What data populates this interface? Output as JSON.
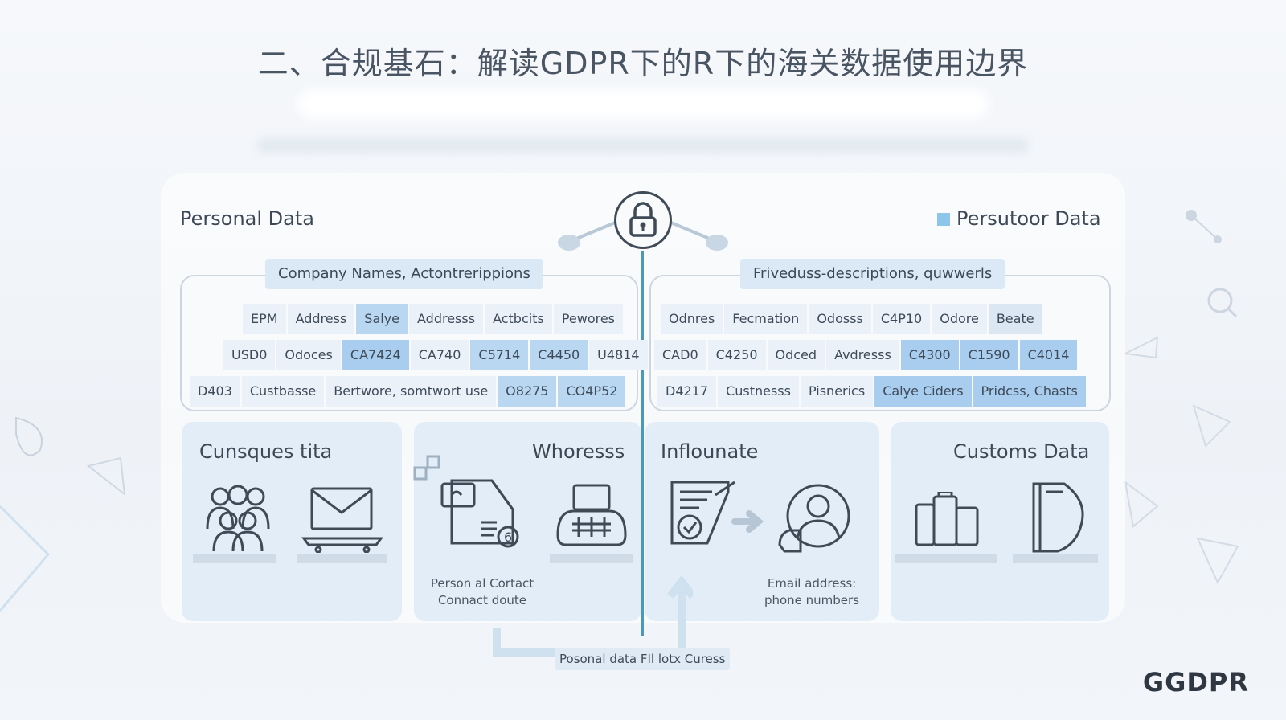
{
  "title": "二、合规基石：解读GDPR下的R下的海关数据使用边界",
  "left_section": {
    "label": "Personal Data",
    "category_pill": "Company Names, Actontrerippions",
    "rows": [
      [
        "EPM",
        "Address",
        "Salye",
        "Addresss",
        "Actbcits",
        "Pewores"
      ],
      [
        "USD0",
        "Odoces",
        "CA7424",
        "CA740",
        "C5714",
        "C4450",
        "U4814"
      ],
      [
        "D403",
        "Custbasse",
        "Bertwore, somtwort use",
        "O8275",
        "CO4P52"
      ]
    ]
  },
  "right_section": {
    "label": "Persutoor Data",
    "category_pill": "Friveduss-descriptions, quwwerls",
    "rows": [
      [
        "Odnres",
        "Fecmation",
        "Odosss",
        "C4P10",
        "Odore",
        "Beate"
      ],
      [
        "CAD0",
        "C4250",
        "Odced",
        "Avdresss",
        "C4300",
        "C1590",
        "C4014"
      ],
      [
        "D4217",
        "Custnesss",
        "Pisnerics",
        "Calye Ciders",
        "Pridcss, Chasts"
      ]
    ]
  },
  "cards": [
    {
      "title": "Cunsques tita",
      "icons": [
        "people-group-icon",
        "envelope-laptop-icon"
      ]
    },
    {
      "title": "Whoresss",
      "icons": [
        "contact-document-icon",
        "keyboard-icon"
      ],
      "caption_lines": [
        "Person al Cortact",
        "Connact doute"
      ]
    },
    {
      "title": "Inflounate",
      "icons": [
        "certificate-icon",
        "user-profile-icon"
      ],
      "caption_lines": [
        "Email address:",
        "phone numbers"
      ]
    },
    {
      "title": "Customs Data",
      "icons": [
        "cargo-boxes-icon",
        "customs-document-icon"
      ]
    }
  ],
  "footer_label": "Posonal data FIl lotx Curess",
  "brand": "GGDPR",
  "colors": {
    "accent_line": "#4d97b7",
    "pill_bg": "#dbe9f6",
    "highlight": "#b9d7f1",
    "card_bg": "#e3edf7"
  }
}
